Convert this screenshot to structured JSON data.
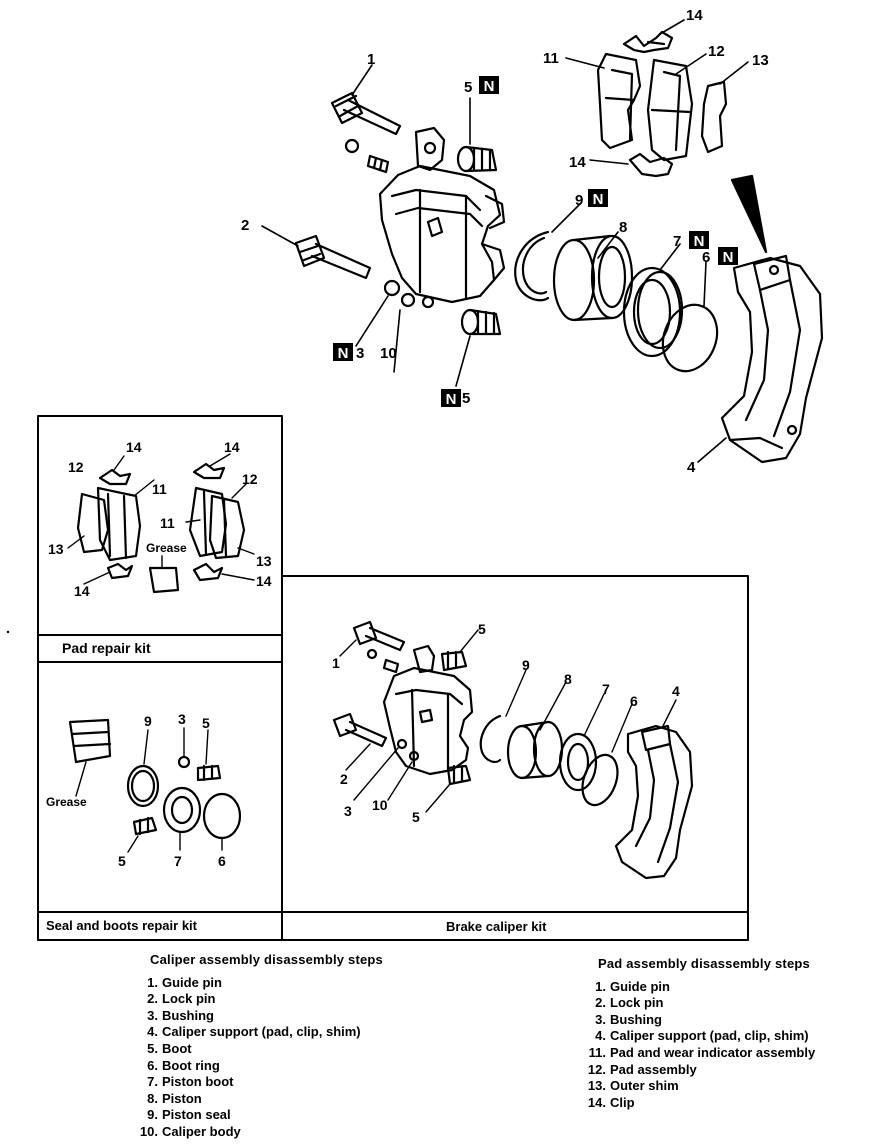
{
  "callouts": {
    "c1": "1",
    "c2": "2",
    "c3": "3",
    "c4": "4",
    "c5a": "5",
    "c5b": "5",
    "c6": "6",
    "c7": "7",
    "c8": "8",
    "c9": "9",
    "c10": "10",
    "c11": "11",
    "c12": "12",
    "c13": "13",
    "c14a": "14",
    "c14b": "14",
    "new_part_mark": "N"
  },
  "pad_kit": {
    "label": "Pad repair kit",
    "grease": "Grease",
    "callouts": {
      "l14": "14",
      "l12": "12",
      "l11": "11",
      "l13": "13",
      "l14b": "14",
      "r14": "14",
      "r12": "12",
      "r11": "11",
      "r13": "13",
      "r14b": "14"
    }
  },
  "seal_kit": {
    "label": "Seal and boots repair kit",
    "grease": "Grease",
    "callouts": {
      "c9": "9",
      "c3": "3",
      "c5a": "5",
      "c5b": "5",
      "c7": "7",
      "c6": "6"
    }
  },
  "caliper_kit": {
    "label": "Brake caliper kit",
    "callouts": {
      "c1": "1",
      "c5a": "5",
      "c9": "9",
      "c8": "8",
      "c7": "7",
      "c6": "6",
      "c4": "4",
      "c2": "2",
      "c3": "3",
      "c10": "10",
      "c5b": "5"
    }
  },
  "caliper_steps": {
    "title": "Caliper assembly disassembly steps",
    "items": [
      {
        "num": "1.",
        "text": "Guide pin"
      },
      {
        "num": "2.",
        "text": "Lock pin"
      },
      {
        "num": "3.",
        "text": "Bushing"
      },
      {
        "num": "4.",
        "text": "Caliper support (pad, clip, shim)"
      },
      {
        "num": "5.",
        "text": "Boot"
      },
      {
        "num": "6.",
        "text": "Boot ring"
      },
      {
        "num": "7.",
        "text": "Piston boot"
      },
      {
        "num": "8.",
        "text": "Piston"
      },
      {
        "num": "9.",
        "text": "Piston seal"
      },
      {
        "num": "10.",
        "text": "Caliper body"
      }
    ]
  },
  "pad_steps": {
    "title": "Pad assembly disassembly steps",
    "items": [
      {
        "num": "1.",
        "text": "Guide pin"
      },
      {
        "num": "2.",
        "text": "Lock pin"
      },
      {
        "num": "3.",
        "text": "Bushing"
      },
      {
        "num": "4.",
        "text": "Caliper support (pad, clip, shim)"
      },
      {
        "num": "11.",
        "text": "Pad and wear indicator assembly"
      },
      {
        "num": "12.",
        "text": "Pad assembly"
      },
      {
        "num": "13.",
        "text": "Outer shim"
      },
      {
        "num": "14.",
        "text": "Clip"
      }
    ]
  }
}
